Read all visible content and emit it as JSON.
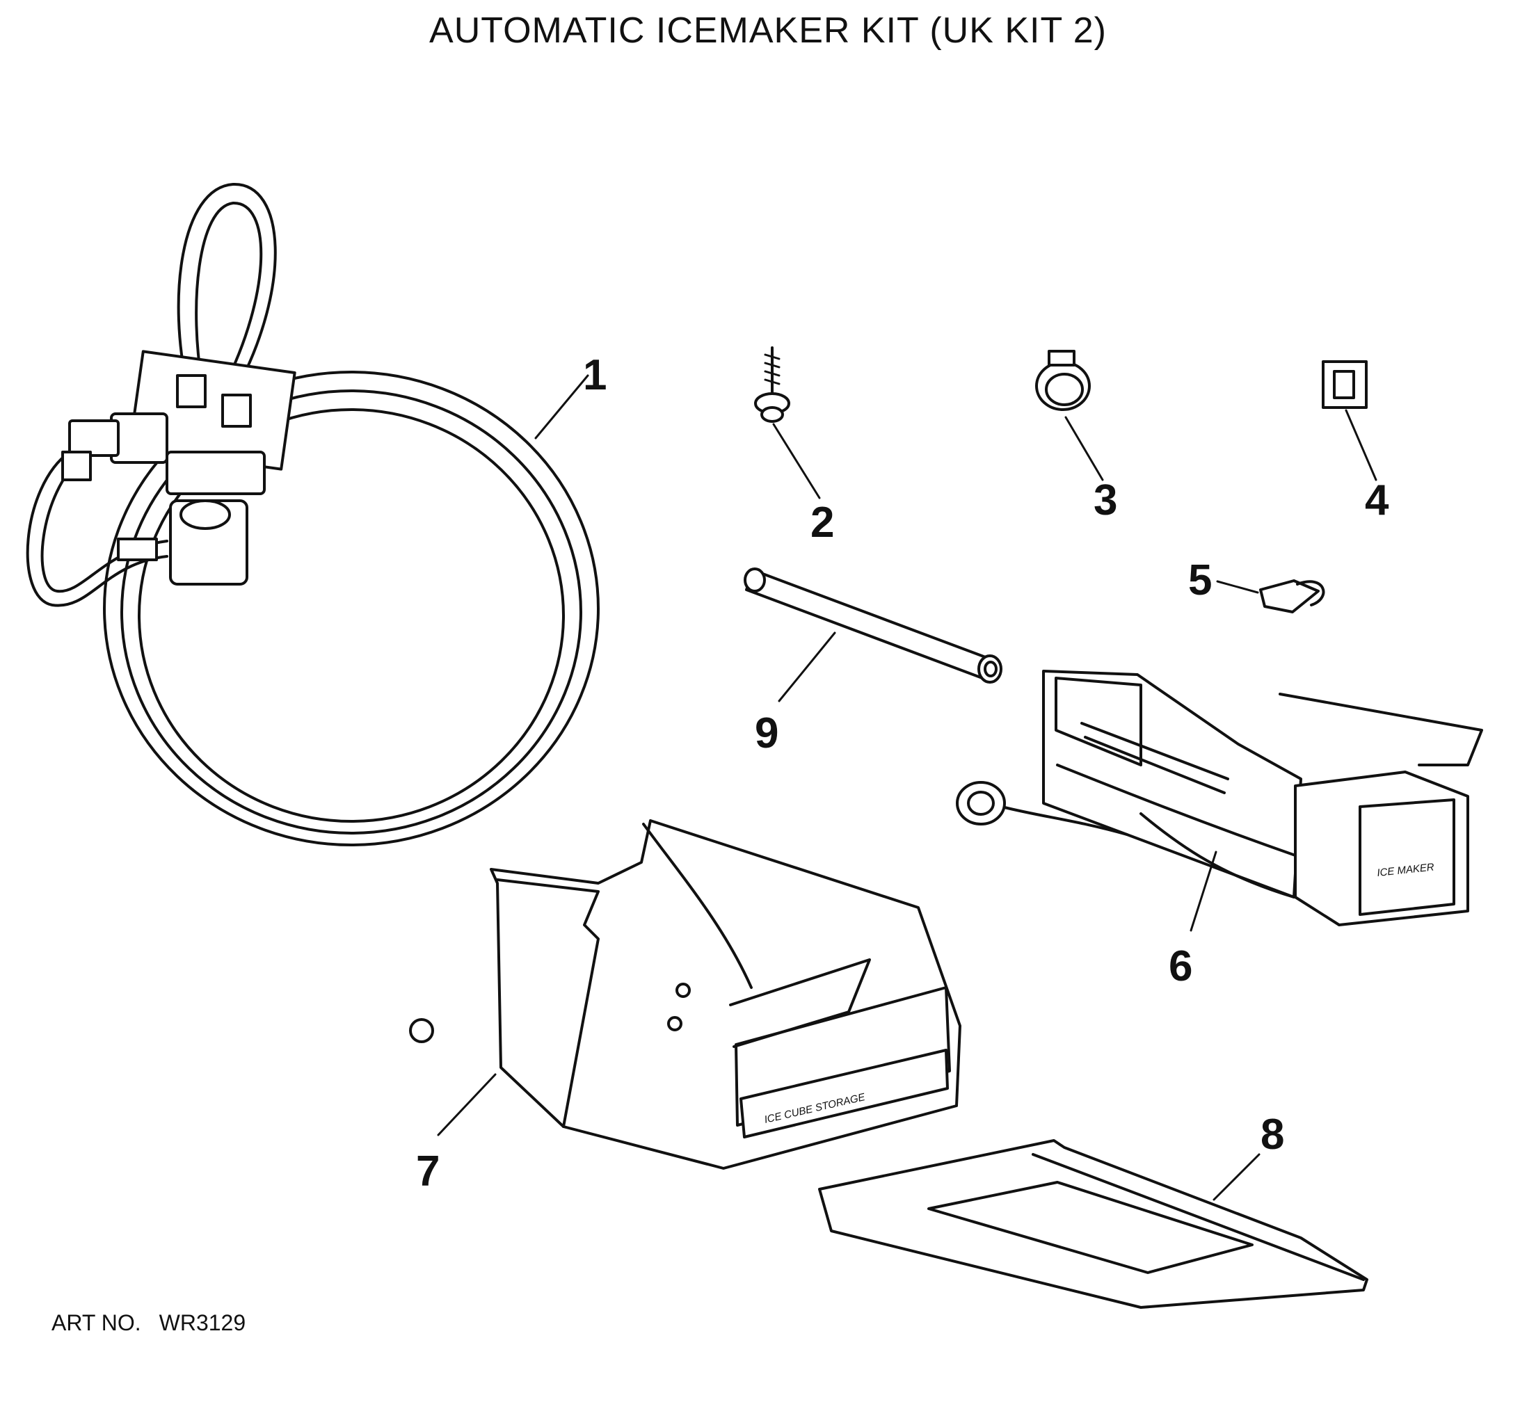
{
  "title": "AUTOMATIC ICEMAKER KIT (UK KIT 2)",
  "art_no": {
    "label": "ART NO.",
    "value": "WR3129"
  },
  "callouts": [
    "1",
    "2",
    "3",
    "4",
    "5",
    "6",
    "7",
    "8",
    "9"
  ],
  "item_labels": {
    "bin_label": "ICE CUBE STORAGE",
    "icemaker_label": "ICE MAKER"
  }
}
